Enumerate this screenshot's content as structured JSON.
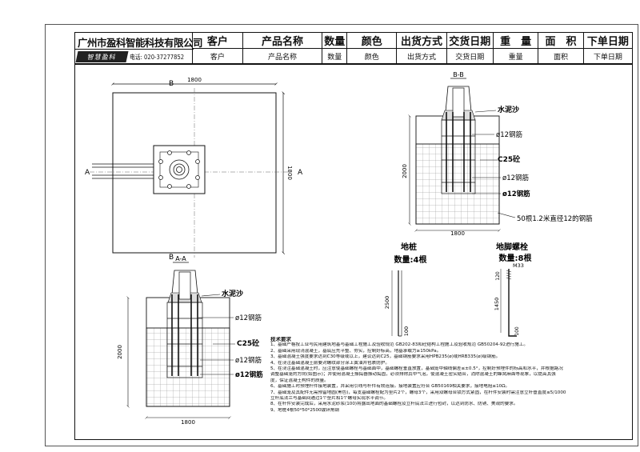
{
  "header": {
    "company": "广州市盈科智能科技有限公司",
    "logo_text": "智慧盈科",
    "phone": "电话: 020-37277852",
    "columns": [
      {
        "head": "客户",
        "value": "客户"
      },
      {
        "head": "产品名称",
        "value": "产品名称"
      },
      {
        "head": "数量",
        "value": "数量"
      },
      {
        "head": "颜色",
        "value": "颜色"
      },
      {
        "head": "出货方式",
        "value": "出货方式"
      },
      {
        "head": "交货日期",
        "value": "交货日期"
      },
      {
        "head": "重　量",
        "value": "重量"
      },
      {
        "head": "面　积",
        "value": "面积"
      },
      {
        "head": "下单日期",
        "value": "下单日期"
      }
    ]
  },
  "plan_view": {
    "top_dim": "1800",
    "right_dim": "1800",
    "section_b": "B",
    "section_a": "A"
  },
  "section_bb": {
    "title": "B-B",
    "cement_sand": "水泥沙",
    "rebar_1": "ø12钢筋",
    "concrete": "C25砼",
    "rebar_2": "ø12钢筋",
    "rebar_3": "ø12钢筋",
    "height_dim": "2000",
    "width_dim": "1800",
    "mesh_note": "50根1.2米直径12的钢筋"
  },
  "pile": {
    "title": "地桩",
    "qty": "数量:4根",
    "dim_long": "2500",
    "dim_short": "100"
  },
  "anchor": {
    "title": "地脚螺栓",
    "qty": "数量:8根",
    "thread": "M33",
    "dim_top": "120",
    "dim_long": "1450",
    "dim_short": "100"
  },
  "section_aa": {
    "title": "A-A",
    "cement_sand": "水泥沙",
    "rebar_1": "ø12钢筋",
    "concrete": "C25砼",
    "rebar_2": "ø12钢筋",
    "rebar_3": "ø12钢筋",
    "height_dim": "2000",
    "width_dim": "1800"
  },
  "notes": {
    "title": "技术要求",
    "items": [
      "1、基础严格按工业与民用建筑地基与基础工程施工及验收规范 GB202-83和砼结构工程施工及验收规范 GB50204-92进行施工。",
      "2、基础采用现浇混凝土，基底应先平整、夯实，控制好标高，地基承载力≥150kPa。",
      "3、基础混凝土强度要求达到C30等级或以上，建议达到C25，基础钢筋要求采用HPB235(ø)或HRB335(ø)级钢筋。",
      "4、在浇注基础混凝土前要对螺纹部分涂上黄油并包裹防护。",
      "5、在浇注基础混凝土时，应注意使基础螺栓与基础面中，基础螺栓垂直放置，基础笼中轴线偏差≤±0.5°，控制好预埋件的标高和水平，并根据路况",
      "调整基础笼的方向(如图示)；并使用混凝土振捣器振动捣固，必须排除其中气泡，使混凝土密实结合，消除混凝土的蜂窝麻面等现象，以提高其强",
      "度，保证混凝土构件的质量。",
      "6、基础施工时预埋杆件接地装置，并采用引线与杆件有效连接。接地装置应符合 GB50169相关要求，接地电阻≤10Ω。",
      "7、基础笼及其配件无需预留地圆(黑色)，每支基础螺栓配为垫片2个，螺母3个，采用双螺母合锁方式紧固，在杆件安装时需注意立杆垂直度≤5/1000",
      "立杆底法兰与基础间通过1个垫片和1个螺母实现水平调节。",
      "8、在杆件安装完成后，采用水泥砂浆(100)将露出地面的基础螺栓及立杆底法兰进行包封，以达到防水、防锈、美观的要求。",
      "9、地桩4根50*50*2500镀锌角钢"
    ]
  }
}
